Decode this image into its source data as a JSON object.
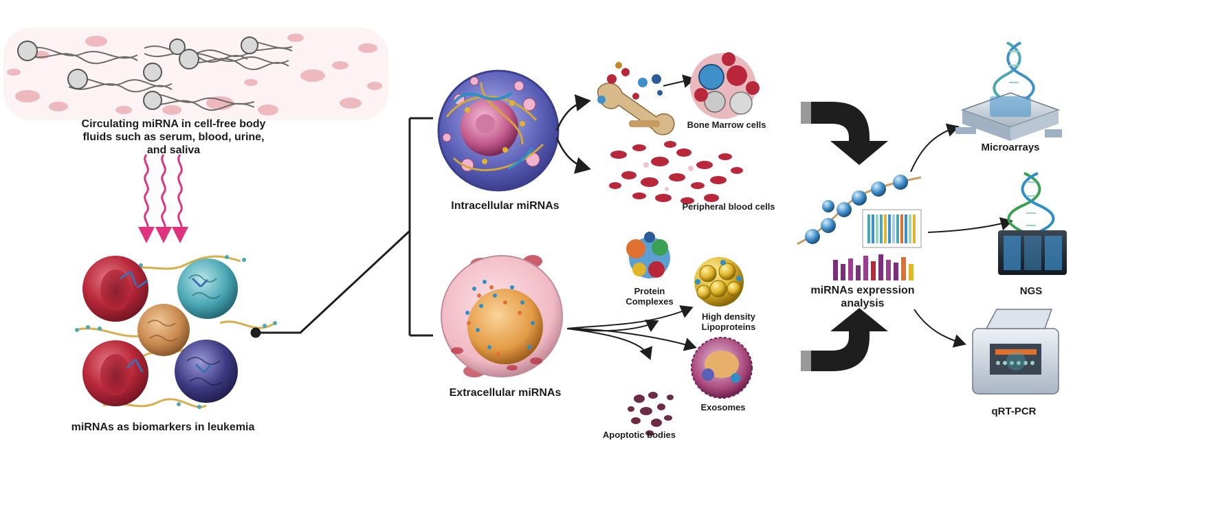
{
  "labels": {
    "circulating": "Circulating miRNA in cell-free body\nfluids such as serum, blood, urine,\nand saliva",
    "biomarkers": "miRNAs as biomarkers in leukemia",
    "intracellular": "Intracellular miRNAs",
    "extracellular": "Extracellular miRNAs",
    "bone_marrow": "Bone Marrow cells",
    "peripheral_blood": "Peripheral blood cells",
    "protein_complexes": "Protein\nComplexes",
    "hdl": "High density\nLipoproteins",
    "exosomes": "Exosomes",
    "apoptotic": "Apoptotic bodies",
    "expression_analysis": "miRNAs expression\nanalysis",
    "microarrays": "Microarrays",
    "ngs": "NGS",
    "qrtpcr": "qRT-PCR"
  },
  "colors": {
    "connector": "#1e1e1e",
    "wave_arrows": "#e0337f",
    "red_cell": "#b8283a",
    "teal_cell": "#4aa7b4",
    "orange_cell": "#c98a4f",
    "purple_cell": "#3e3a82",
    "intracell_body": "#5a5fb8",
    "extracell_body": "#f1b9c4",
    "bead": "#3f8fc9",
    "dna_strand": "#2f8ec6"
  },
  "icons": [
    "dna-helix-icon",
    "cell-icon",
    "red-blood-cell-icon",
    "exosome-icon",
    "microarray-instrument-icon",
    "ngs-sequencer-icon",
    "qpcr-machine-icon",
    "bar-chart-icon"
  ]
}
